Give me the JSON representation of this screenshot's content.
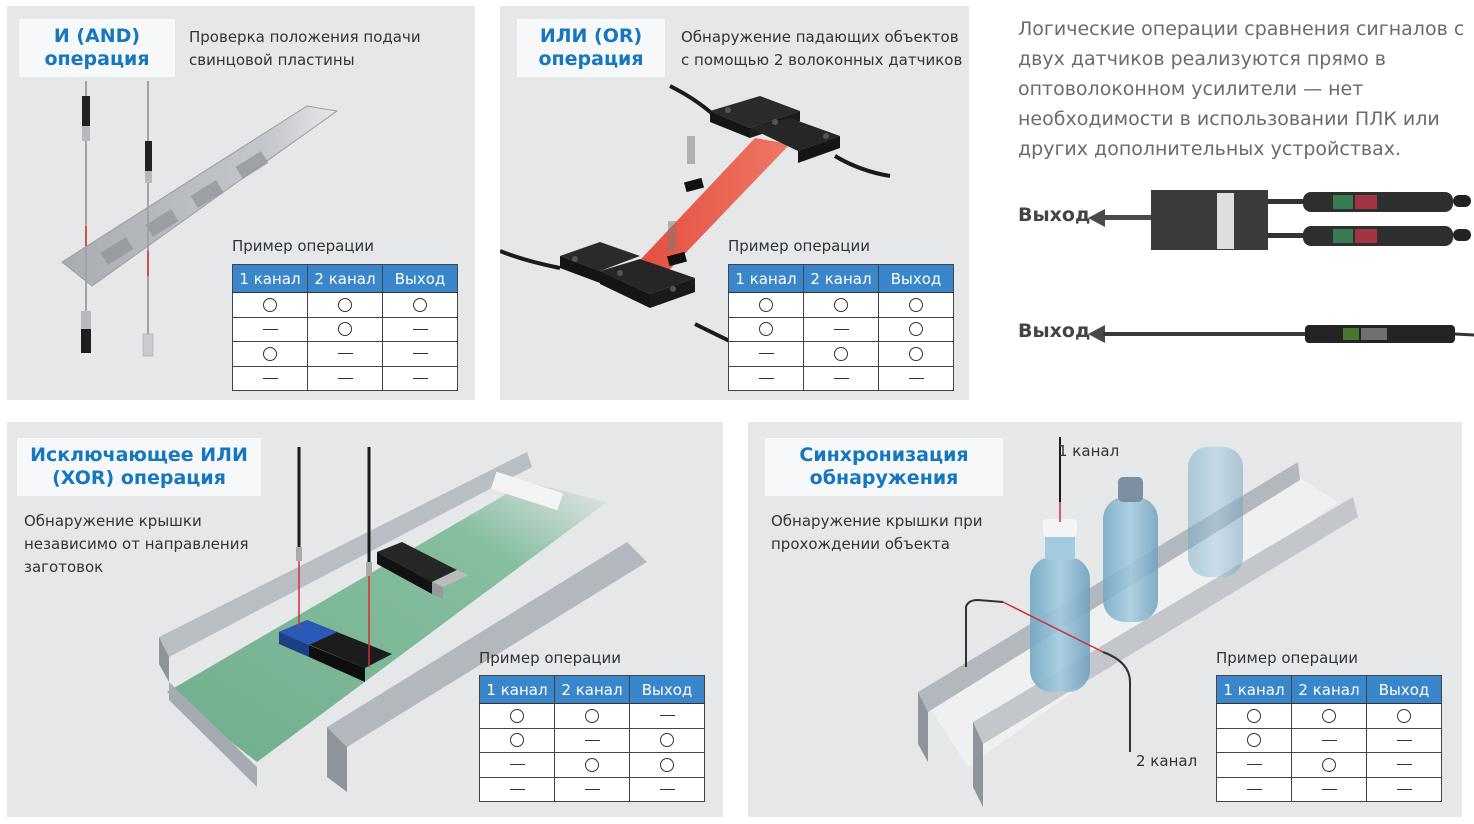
{
  "intro": {
    "text": "Логические операции сравнения сигналов с двух датчиков реализуются прямо  в оптоволоконном усилители — нет необходимости в использовании ПЛК или других дополнительных устройствах.",
    "output_label_top": "Выход",
    "output_label_bottom": "Выход"
  },
  "colors": {
    "title_blue": "#1477c0",
    "table_header_blue": "#3a86cb",
    "panel_bg": "#e6e7e9",
    "beam_red": "#e8382a",
    "belt_green": "#6fae8e"
  },
  "table_headers": [
    "1 канал",
    "2 канал",
    "Выход"
  ],
  "example_label": "Пример операции",
  "legend": {
    "circle": "○ = ON",
    "dash": "— = OFF"
  },
  "panels": {
    "and": {
      "title_line1": "И (AND)",
      "title_line2": "операция",
      "description_line1": "Проверка положения подачи",
      "description_line2": "свинцовой пластины",
      "rows": [
        [
          "on",
          "on",
          "on"
        ],
        [
          "off",
          "on",
          "off"
        ],
        [
          "on",
          "off",
          "off"
        ],
        [
          "off",
          "off",
          "off"
        ]
      ]
    },
    "or": {
      "title_line1": "ИЛИ (OR)",
      "title_line2": "операция",
      "description_line1": "Обнаружение падающих объектов",
      "description_line2": "с помощью 2 волоконных датчиков",
      "rows": [
        [
          "on",
          "on",
          "on"
        ],
        [
          "on",
          "off",
          "on"
        ],
        [
          "off",
          "on",
          "on"
        ],
        [
          "off",
          "off",
          "off"
        ]
      ]
    },
    "xor": {
      "title_line1": "Исключающее ИЛИ",
      "title_line2": "(XOR) операция",
      "description_line1": "Обнаружение крышки",
      "description_line2": "независимо от направления",
      "description_line3": "заготовок",
      "rows": [
        [
          "on",
          "on",
          "off"
        ],
        [
          "on",
          "off",
          "on"
        ],
        [
          "off",
          "on",
          "on"
        ],
        [
          "off",
          "off",
          "off"
        ]
      ]
    },
    "sync": {
      "title_line1": "Синхронизация",
      "title_line2": "обнаружения",
      "description_line1": "Обнаружение крышки при",
      "description_line2": "прохождении объекта",
      "channel1_label": "1 канал",
      "channel2_label": "2 канал",
      "rows": [
        [
          "on",
          "on",
          "on"
        ],
        [
          "on",
          "off",
          "off"
        ],
        [
          "off",
          "on",
          "off"
        ],
        [
          "off",
          "off",
          "off"
        ]
      ]
    }
  }
}
